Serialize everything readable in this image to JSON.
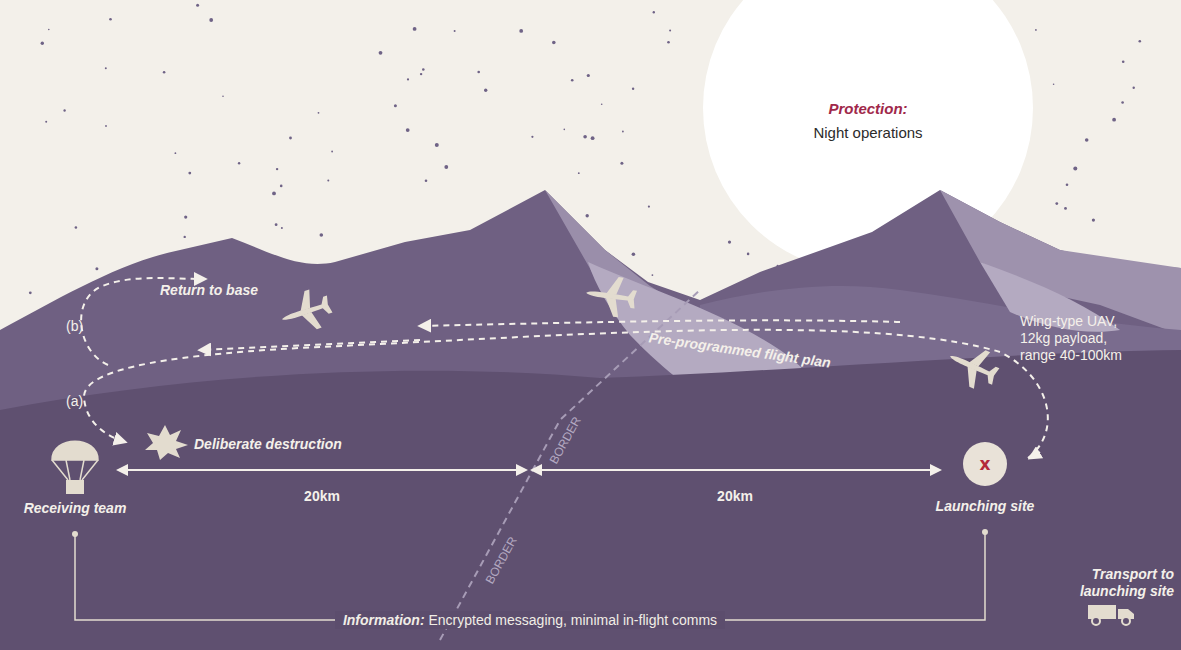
{
  "diagram": {
    "nodes": [
      {
        "text": [
          "Receiving team"
        ]
      },
      {
        "text": [
          "x",
          "Launching site"
        ]
      }
    ],
    "edges": [
      {
        "from": 0,
        "to": 1,
        "arrow": "none",
        "label": "Information: Encrypted messaging, minimal in-flight comms"
      }
    ],
    "labels": [
      "Protection:",
      "Night operations",
      "Return to base",
      "(b)",
      "(a)",
      "Deliberate destruction",
      "Pre-programmed flight plan",
      "Wing-type UAV, 12kg payload, range 40-100km",
      "20km",
      "20km",
      "BORDER",
      "BORDER",
      "Transport to launching site"
    ]
  }
}
